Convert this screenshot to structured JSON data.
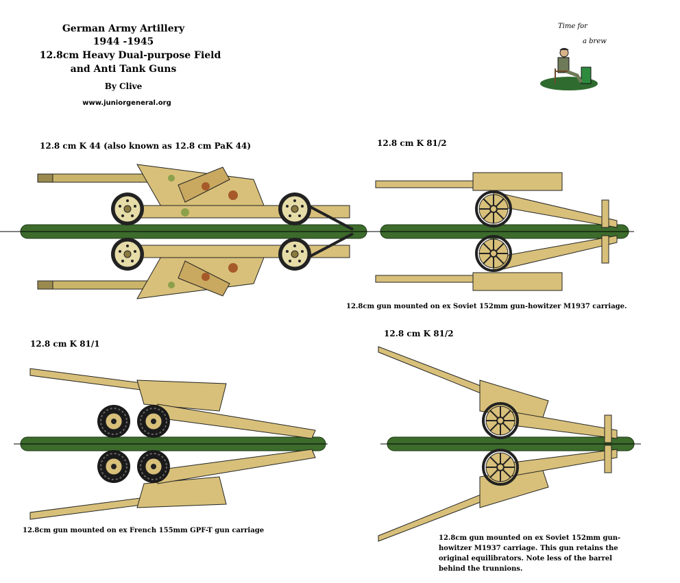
{
  "header": {
    "line1": "German Army Artillery",
    "line2": "1944 -1945",
    "line3": "12.8cm Heavy Dual-purpose Field",
    "line4": "and Anti Tank Guns",
    "author": "By Clive",
    "website": "www.juniorgeneral.org"
  },
  "logo": {
    "line1": "Time for",
    "line2": "a brew"
  },
  "panels": [
    {
      "label": "12.8 cm K 44 (also known as 12.8 cm PaK 44)",
      "caption": ""
    },
    {
      "label": "12.8 cm K 81/2",
      "caption": "12.8cm gun mounted on ex Soviet 152mm gun-howitzer M1937 carriage."
    },
    {
      "label": "12.8 cm K 81/1",
      "caption": "12.8cm gun mounted on ex French 155mm GPF-T gun carriage"
    },
    {
      "label": "12.8 cm K 81/2",
      "caption": "12.8cm gun mounted on ex Soviet 152mm gun-howitzer M1937 carriage. This gun retains the original equilibrators. Note less of the barrel behind the trunnions."
    }
  ],
  "colors": {
    "tan": "#d8c07a",
    "base_green": "#3c6b2c",
    "camo_brown": "#a65a2a",
    "camo_green": "#8ca04a",
    "wheel": "#e6dca8"
  }
}
